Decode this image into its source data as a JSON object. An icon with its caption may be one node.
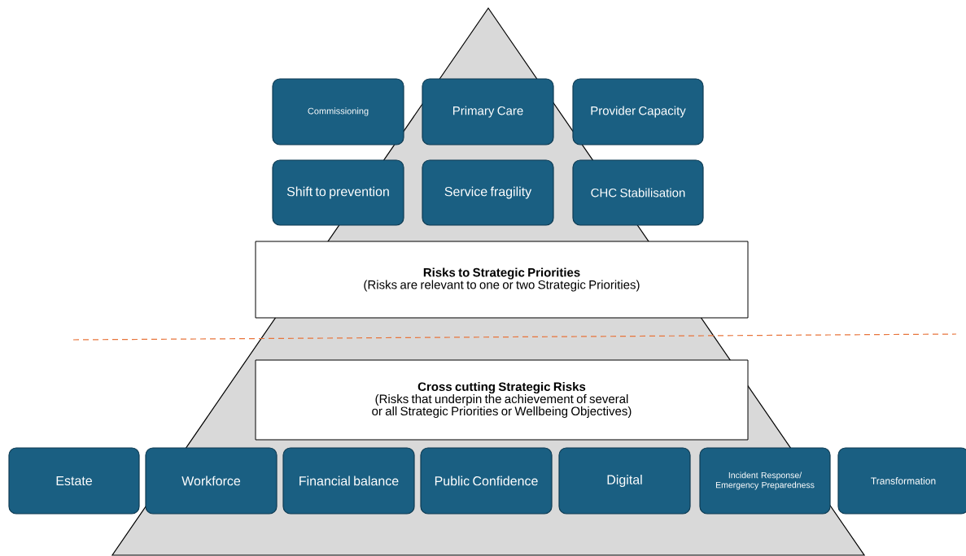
{
  "diagram": {
    "nodes": [
      {
        "text": [
          "Commissioning"
        ]
      },
      {
        "text": [
          "Primary Care"
        ]
      },
      {
        "text": [
          "Provider Capacity"
        ]
      },
      {
        "text": [
          "Shift to prevention"
        ]
      },
      {
        "text": [
          "Service fragility"
        ]
      },
      {
        "text": [
          "CHC Stabilisation"
        ]
      },
      {
        "text": [
          "Risks to Strategic Priorities",
          "(Risks are relevant to one or two Strategic Priorities)"
        ]
      },
      {
        "text": [
          "Cross cutting Strategic Risks",
          "(Risks that underpin the achievement of several or all Strategic Priorities or Wellbeing Objectives)"
        ]
      },
      {
        "text": [
          "Estate"
        ]
      },
      {
        "text": [
          "Workforce"
        ]
      },
      {
        "text": [
          "Financial balance"
        ]
      },
      {
        "text": [
          "Public Confidence"
        ]
      },
      {
        "text": [
          "Digital"
        ]
      },
      {
        "text": [
          "Incident Response/ Emergency Preparedness"
        ]
      },
      {
        "text": [
          "Transformation"
        ]
      }
    ]
  }
}
